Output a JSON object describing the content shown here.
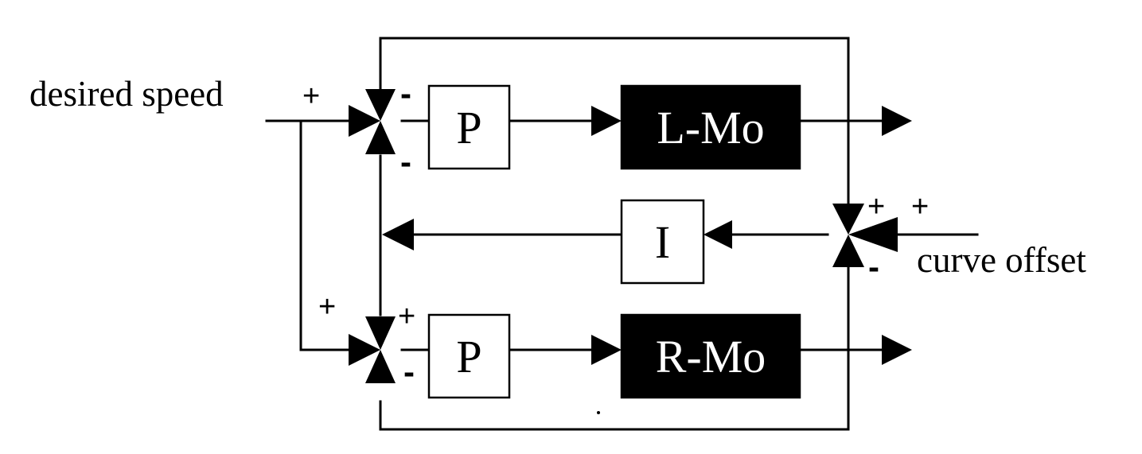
{
  "inputs": {
    "desired_speed": "desired speed",
    "curve_offset": "curve offset"
  },
  "blocks": {
    "p_top": "P",
    "l_motor": "L-Mo",
    "integrator": "I",
    "p_bottom": "P",
    "r_motor": "R-Mo"
  },
  "signs": {
    "top_junction_plus": "+",
    "top_junction_minus_right": "-",
    "top_junction_minus_bottom": "-",
    "right_junction_plus_left": "+",
    "right_junction_plus_right": "+",
    "right_junction_minus": "-",
    "bottom_junction_plus_left": "+",
    "bottom_junction_plus_top": "+",
    "bottom_junction_minus": "-"
  }
}
